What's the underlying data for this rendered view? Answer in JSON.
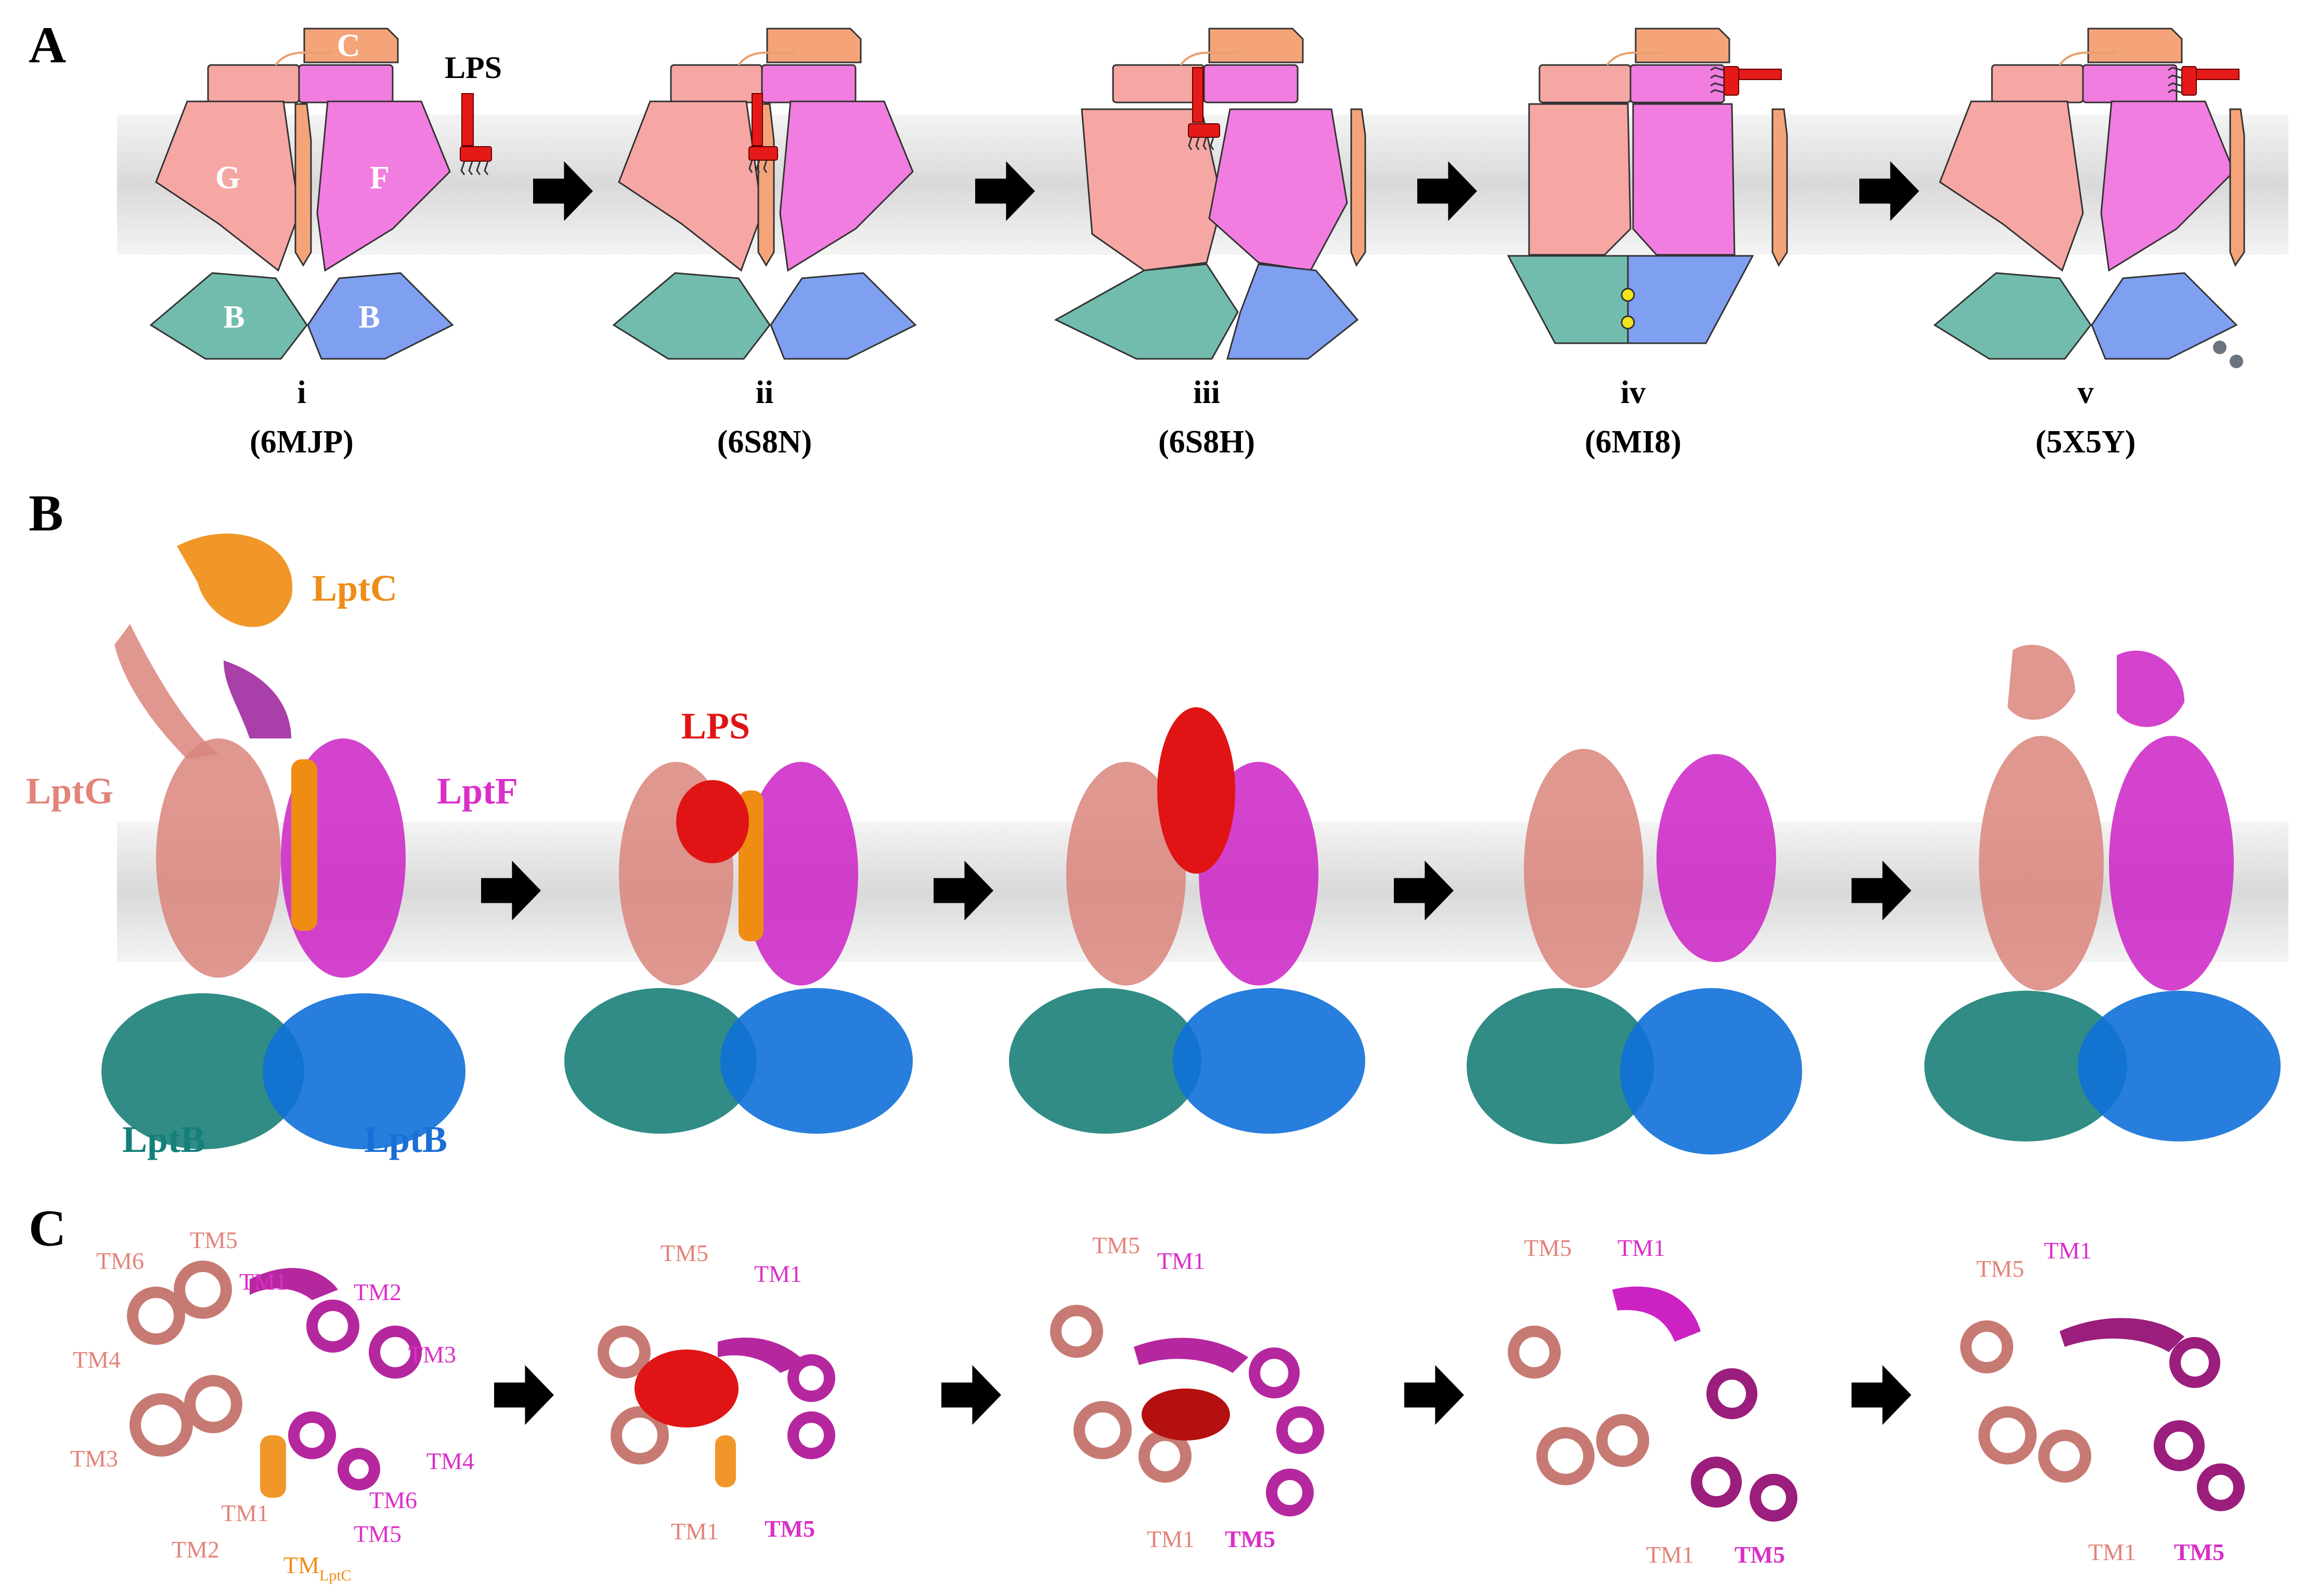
{
  "colors": {
    "lptG": "#f6a7a4",
    "lptF": "#f27de0",
    "lptC": "#f5a47a",
    "lptB_left": "#72bcae",
    "lptB_right": "#7f9ff0",
    "lps": "#e61919",
    "lptG_ribbon": "#d9857c",
    "lptF_ribbon": "#cc22c4",
    "lptC_ribbon": "#ef8c12",
    "lptB_teal_ribbon": "#1a7f78",
    "lptB_blue_ribbon": "#1070d8",
    "membrane": "#e2e2e2",
    "label_lptG": "#e2847a",
    "label_lptF": "#d92fc8",
    "label_lptC": "#ee8d17",
    "label_lptB_teal": "#157f7a",
    "label_lptB_blue": "#1a6fd6",
    "label_lps": "#e01414"
  },
  "panels": {
    "a": "A",
    "b": "B",
    "c": "C"
  },
  "panelA": {
    "domain_labels": {
      "c": "C",
      "g": "G",
      "f": "F",
      "b_left": "B",
      "b_right": "B"
    },
    "lps_label": "LPS",
    "states": [
      {
        "roman": "i",
        "pdb": "(6MJP)"
      },
      {
        "roman": "ii",
        "pdb": "(6S8N)"
      },
      {
        "roman": "iii",
        "pdb": "(6S8H)"
      },
      {
        "roman": "iv",
        "pdb": "(6MI8)"
      },
      {
        "roman": "v",
        "pdb": "(5X5Y)"
      }
    ]
  },
  "panelB": {
    "labels": {
      "lptC": "LptC",
      "lptG": "LptG",
      "lptF": "LptF",
      "lptB_left": "LptB",
      "lptB_right": "LptB",
      "lps": "LPS"
    }
  },
  "panelC": {
    "state1": {
      "tm6_g": "TM6",
      "tm5_g": "TM5",
      "tm4_g": "TM4",
      "tm3_g": "TM3",
      "tm2_g": "TM2",
      "tm1_g": "TM1",
      "tm1_f": "TM1",
      "tm2_f": "TM2",
      "tm3_f": "TM3",
      "tm4_f": "TM4",
      "tm6_f": "TM6",
      "tm5_f": "TM5",
      "tm_lptc": "TM",
      "tm_lptc_sub": "LptC"
    },
    "state2": {
      "tm5_g": "TM5",
      "tm1_f": "TM1",
      "tm1_g": "TM1",
      "tm5_f": "TM5"
    },
    "state3": {
      "tm5_g": "TM5",
      "tm1_f": "TM1",
      "tm1_g": "TM1",
      "tm5_f": "TM5"
    },
    "state4": {
      "tm5_g": "TM5",
      "tm1_f": "TM1",
      "tm1_g": "TM1",
      "tm5_f": "TM5"
    },
    "state5": {
      "tm5_g": "TM5",
      "tm1_f": "TM1",
      "tm1_g": "TM1",
      "tm5_f": "TM5"
    }
  }
}
